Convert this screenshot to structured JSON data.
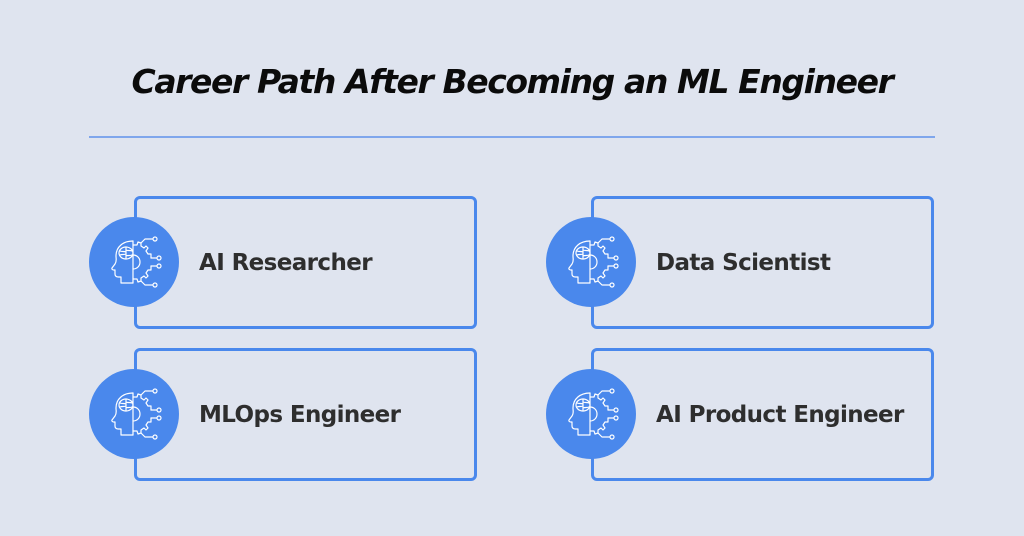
{
  "title": "Career Path After Becoming an ML Engineer",
  "colors": {
    "background": "#dfe4ef",
    "accent": "#4a88ec",
    "divider": "#7fa6ec",
    "title_text": "#0b0b0b",
    "card_text": "#2e2e2e"
  },
  "cards": [
    {
      "label": "AI Researcher",
      "icon": "ai-head-circuit-icon"
    },
    {
      "label": "Data Scientist",
      "icon": "ai-head-circuit-icon"
    },
    {
      "label": "MLOps Engineer",
      "icon": "ai-head-circuit-icon"
    },
    {
      "label": "AI Product Engineer",
      "icon": "ai-head-circuit-icon"
    }
  ]
}
